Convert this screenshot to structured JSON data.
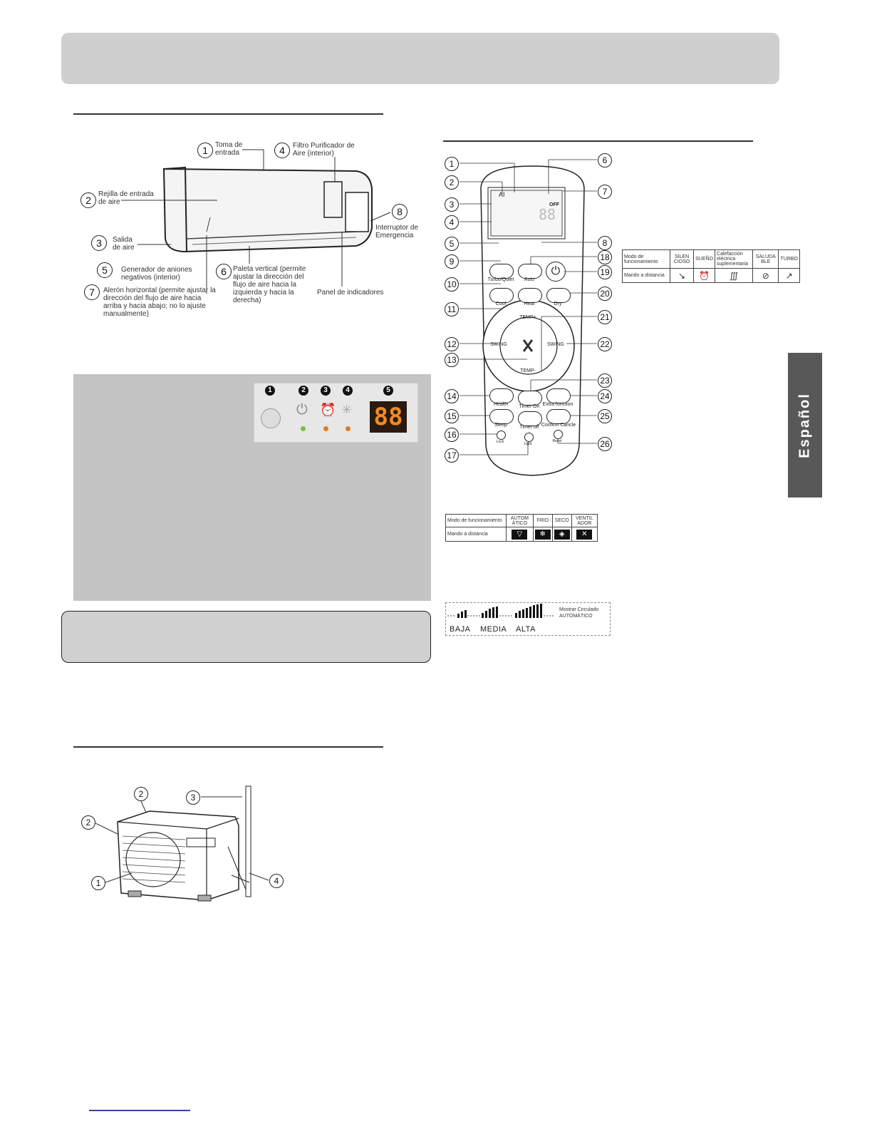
{
  "sidebar_tab": {
    "label": "Español"
  },
  "indoor_unit": {
    "labels": [
      {
        "num": "1",
        "text": "Toma de entrada"
      },
      {
        "num": "4",
        "text": "Filtro Purificador de Aire (interior)"
      },
      {
        "num": "2",
        "text": "Rejilla de entrada de aire"
      },
      {
        "num": "8",
        "text": "Interruptor de Emergencia"
      },
      {
        "num": "3",
        "text": "Salida de aire"
      },
      {
        "num": "5",
        "text": "Generador de aniones negativos (interior)"
      },
      {
        "num": "6",
        "text": "Paleta vertical (permite ajustar la dirección del flujo de aire hacia la izquierda y hacia la derecha)"
      },
      {
        "num": "7",
        "text": "Alerón horizontal (permite ajustar la dirección del flujo de aire hacia arriba y hacia abajo; no lo ajuste manualmente)"
      },
      {
        "num": "",
        "text": "Panel de indicadores"
      }
    ]
  },
  "indicator_panel": {
    "numbers": [
      "1",
      "2",
      "3",
      "4",
      "5"
    ],
    "display": "88"
  },
  "remote": {
    "callouts_left": [
      "1",
      "2",
      "3",
      "4",
      "5",
      "9",
      "10",
      "11",
      "12",
      "13",
      "14",
      "15",
      "16",
      "17"
    ],
    "callouts_right": [
      "6",
      "7",
      "8",
      "18",
      "19",
      "20",
      "21",
      "22",
      "23",
      "24",
      "25",
      "26"
    ],
    "buttons": {
      "turbo_quiet": "Turbo/Quiet",
      "auto": "Auto",
      "cool": "Cool",
      "heat": "Heat",
      "dry": "Dry",
      "temp_up": "TEMP+",
      "temp_down": "TEMP-",
      "swing_left": "SWING",
      "swing_right": "SWING",
      "health": "Health",
      "timer_on": "Timer On",
      "extra_function": "Extra function",
      "sleep": "Sleep",
      "timer_off": "Timer off",
      "confirm_cancel": "Confirm  Cancle",
      "lock": "Lock",
      "light": "Light",
      "reset": "Reset"
    },
    "lcd_text": {
      "ai": "AI",
      "off": "OFF"
    }
  },
  "mode_table_1": {
    "header": [
      "Modo de funcionamiento",
      "AUTOM ÁTICO",
      "FRIO",
      "SECO",
      "VENTIL ADOR"
    ],
    "row_label": "Mando a distancia"
  },
  "mode_table_2": {
    "header": [
      "Modo de funcionamiento",
      "SILEN CIOSO",
      "SUEÑO",
      "Calefacción eléctrica suplementaria",
      "SALUDA BLE",
      "TURBO"
    ],
    "row_label": "Mando a distancia"
  },
  "fan_speed": {
    "labels": [
      "BAJA",
      "MEDIA",
      "ALTA"
    ],
    "auto_text": "Mostrar Circulado AUTOMÁTICO"
  },
  "outdoor_unit": {
    "numbers": [
      "2",
      "3",
      "2",
      "1",
      "4"
    ]
  }
}
